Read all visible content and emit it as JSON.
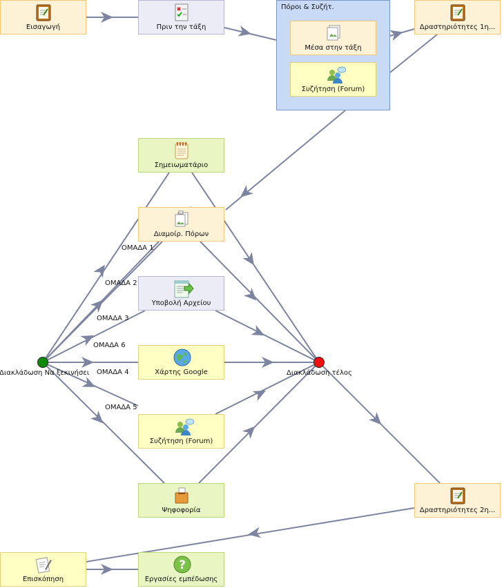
{
  "nodes": {
    "eisagogi": {
      "label": "Εισαγωγή"
    },
    "prin": {
      "label": "Πριν την τάξη"
    },
    "mesa": {
      "label": "Μέσα στην τάξη"
    },
    "syzitisi1": {
      "label": "Συζήτηση (Forum)"
    },
    "drast1": {
      "label": "Δραστηριότητες 1η..."
    },
    "simeiomat": {
      "label": "Σημειωματάριο"
    },
    "diamoirp": {
      "label": "Διαμοίρ. Πόρων"
    },
    "ypovoli": {
      "label": "Υποβολή Αρχείου"
    },
    "xartis": {
      "label": "Χάρτης Google"
    },
    "syzitisi2": {
      "label": "Συζήτηση (Forum)"
    },
    "psifoforia": {
      "label": "Ψηφοφορία"
    },
    "drast2": {
      "label": "Δραστηριότητες 2η..."
    },
    "episkopisi": {
      "label": "Επισκόπηση"
    },
    "ergasies": {
      "label": "Εργασίες εμπέδωσης"
    }
  },
  "group": {
    "title": "Πόροι & Συζήτ."
  },
  "gates": {
    "start": {
      "label": "Διακλάδωση Να ξεκινήσει"
    },
    "end": {
      "label": "Διακλάδωση τέλος"
    }
  },
  "branches": [
    "ΟΜΑΔΑ 1",
    "ΟΜΑΔΑ 2",
    "ΟΜΑΔΑ 3",
    "ΟΜΑΔΑ 6",
    "ΟΜΑΔΑ 4",
    "ΟΜΑΔΑ 5"
  ],
  "colors": {
    "edge": "#7d84a0",
    "start_gate": "#0f8a0f",
    "end_gate": "#ee1111",
    "group": "#c9daf7"
  }
}
